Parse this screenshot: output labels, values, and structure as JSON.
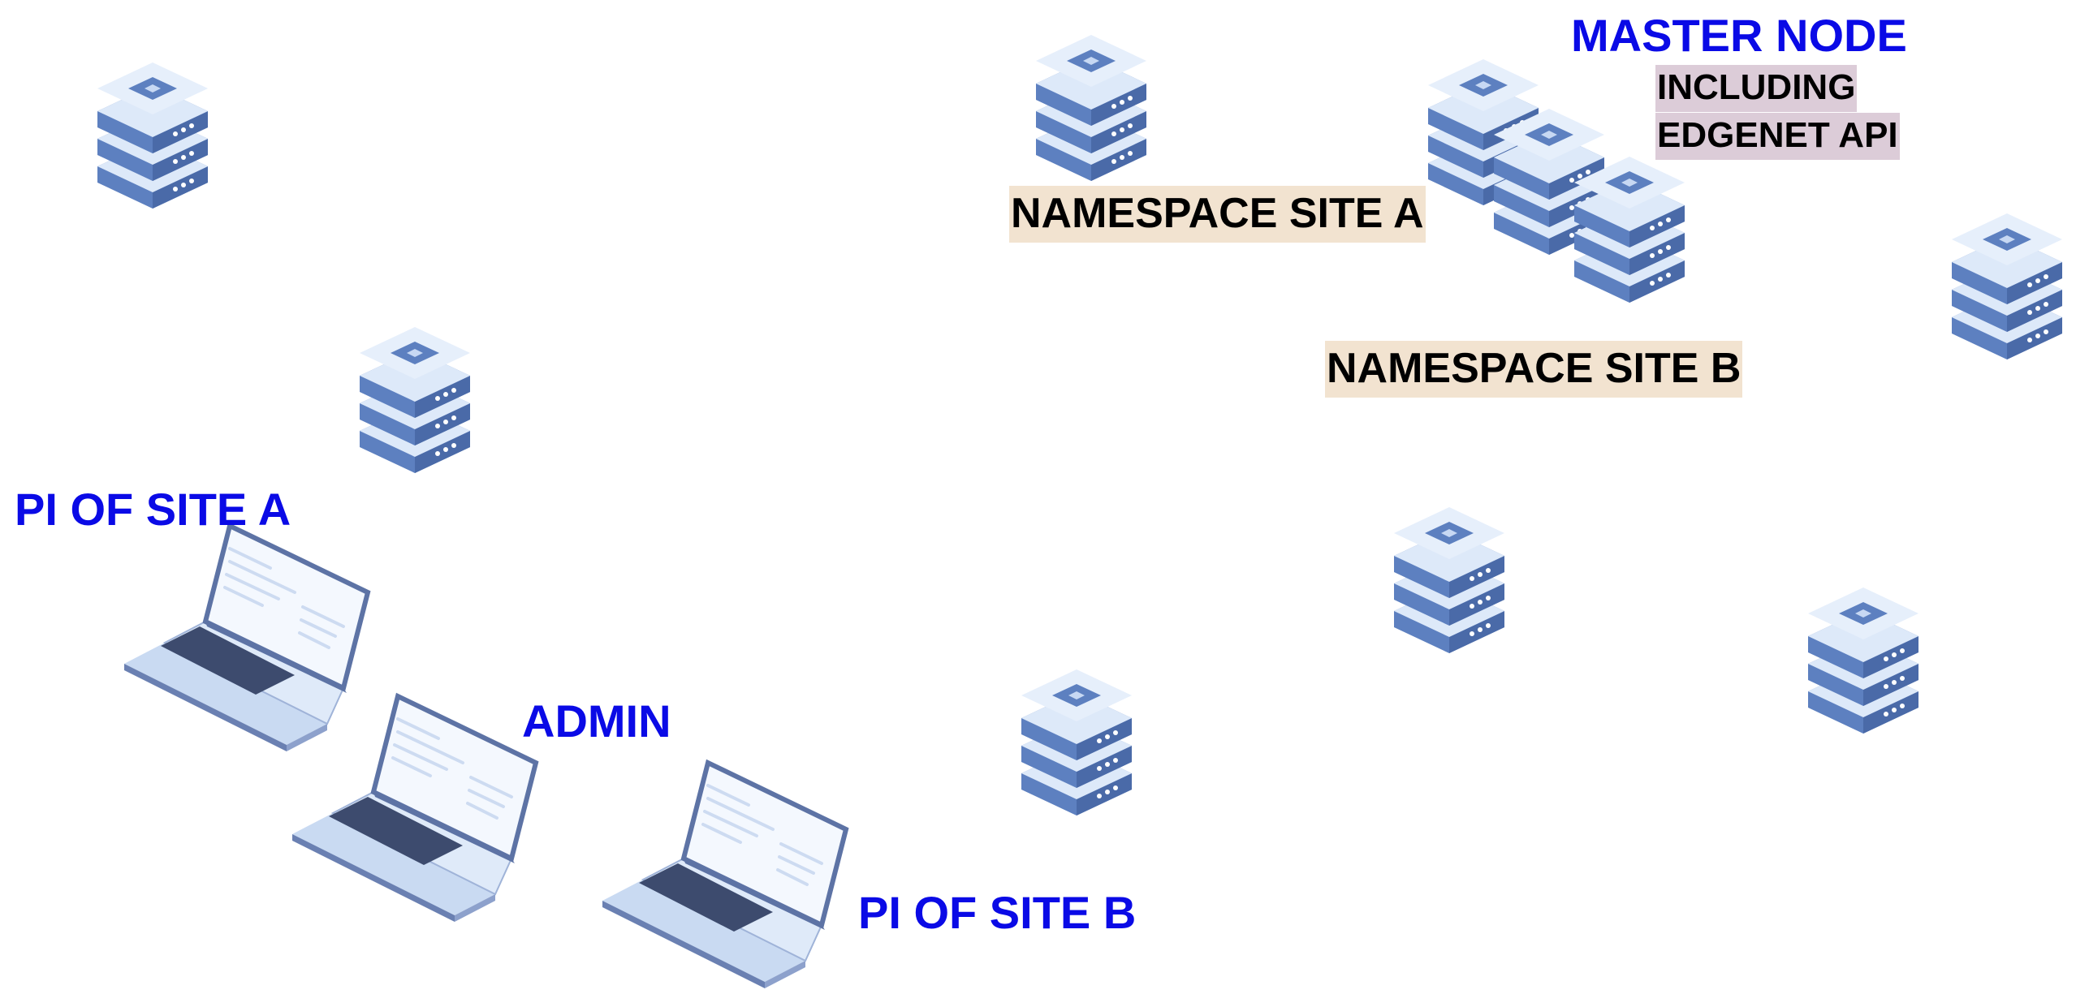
{
  "colors": {
    "label_blue": "#0a0ae6",
    "namespace_bg": "#f2e3d0",
    "note_bg": "#dcccd8",
    "server_blue": "#5d80c0",
    "server_light": "#dde9f9",
    "laptop_keys": "#3d4b6e"
  },
  "labels": {
    "master_node": "MASTER NODE",
    "including": "INCLUDING",
    "edgenet_api": "EDGENET API",
    "namespace_a": "NAMESPACE SITE A",
    "namespace_b": "NAMESPACE SITE B",
    "pi_site_a": "PI OF SITE A",
    "admin": "ADMIN",
    "pi_site_b": "PI OF SITE B"
  },
  "icons": {
    "server": "server-stack-icon",
    "laptop": "laptop-icon"
  }
}
